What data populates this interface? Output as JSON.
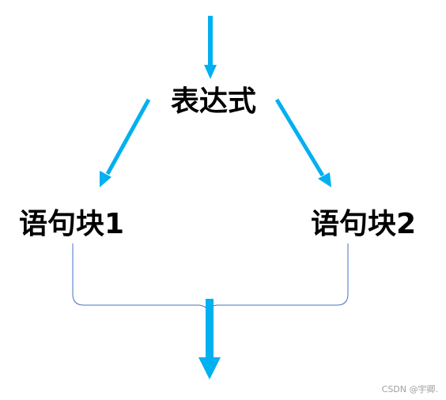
{
  "diagram": {
    "nodes": {
      "expression": "表达式",
      "block1": "语句块1",
      "block2": "语句块2"
    },
    "watermark": "CSDN @宇卿."
  },
  "colors": {
    "arrow": "#00b0f0",
    "brace": "#4472c4",
    "text": "#000000",
    "watermark": "#a0a0a0"
  }
}
